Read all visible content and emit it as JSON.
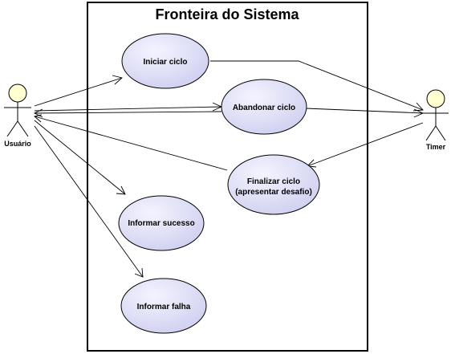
{
  "colors": {
    "background": "#ffffff",
    "ink": "#000000",
    "actor_head_fill": "#ffffd2",
    "use_case_fill_light": "#f4f4ff",
    "use_case_fill_dark": "#cfcff0"
  },
  "system_boundary": {
    "title": "Fronteira do Sistema"
  },
  "actors": {
    "user": {
      "label": "Usuário"
    },
    "timer": {
      "label": "Timer"
    }
  },
  "use_cases": {
    "iniciar": {
      "lines": [
        "Iniciar ciclo"
      ]
    },
    "abandonar": {
      "lines": [
        "Abandonar ciclo"
      ]
    },
    "finalizar": {
      "lines": [
        "Finalizar ciclo",
        "(apresentar desafio)"
      ]
    },
    "sucesso": {
      "lines": [
        "Informar sucesso"
      ]
    },
    "falha": {
      "lines": [
        "Informar falha"
      ]
    }
  }
}
